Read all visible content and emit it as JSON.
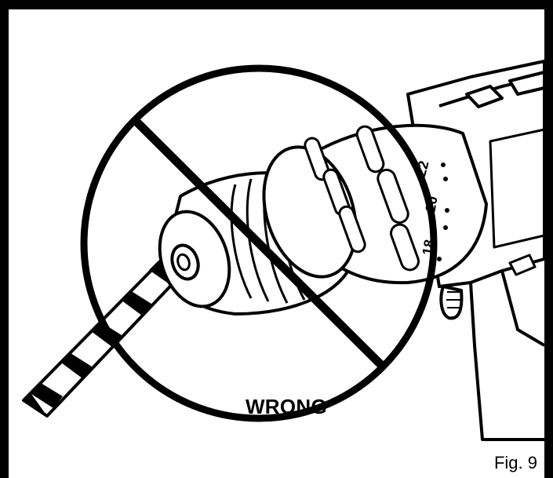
{
  "figure": {
    "warning_label": "WRONG",
    "figure_caption": "Fig. 9",
    "dial_numbers": [
      "18",
      "20",
      "22"
    ]
  },
  "colors": {
    "ink": "#000000",
    "paper": "#ffffff"
  },
  "icons": {
    "prohibition": "no-entry-circle-slash",
    "tool": "cordless-drill",
    "bit": "twist-drill-bit"
  }
}
